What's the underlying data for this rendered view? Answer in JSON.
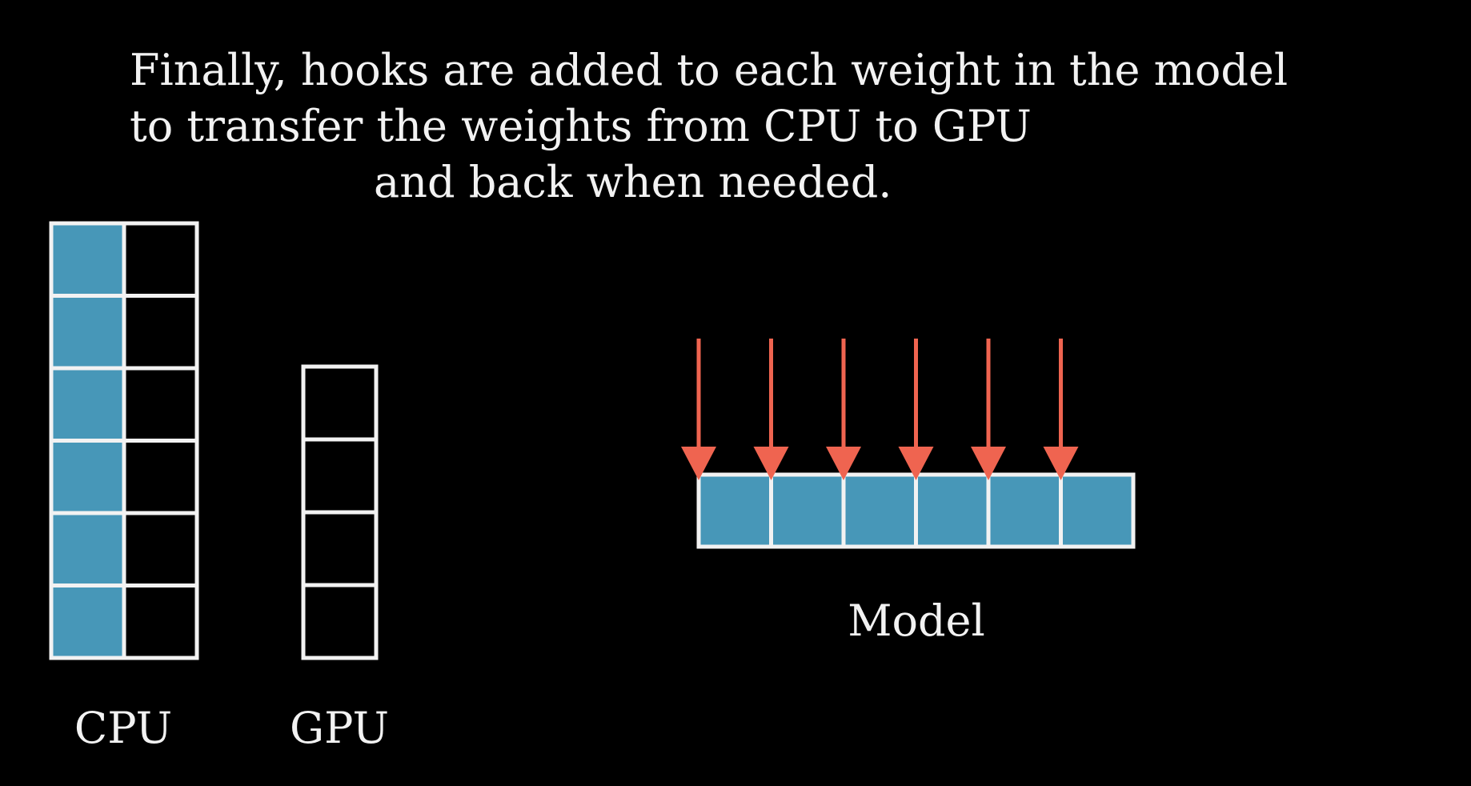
{
  "caption": {
    "line1": "Finally, hooks are added to each weight in the model",
    "line2": "to transfer the weights from CPU to GPU",
    "line3": "and back when needed."
  },
  "cpu": {
    "label": "CPU",
    "rows": 6,
    "columns": 2,
    "filled_column_index": 0
  },
  "gpu": {
    "label": "GPU",
    "rows": 4,
    "columns": 1
  },
  "model": {
    "label": "Model",
    "cells": 6,
    "hook_arrows": 6
  },
  "colors": {
    "background": "#000000",
    "text": "#f2f2f2",
    "cell_fill": "#4797b8",
    "cell_border": "#f2f2f2",
    "arrow": "#ef6450"
  }
}
